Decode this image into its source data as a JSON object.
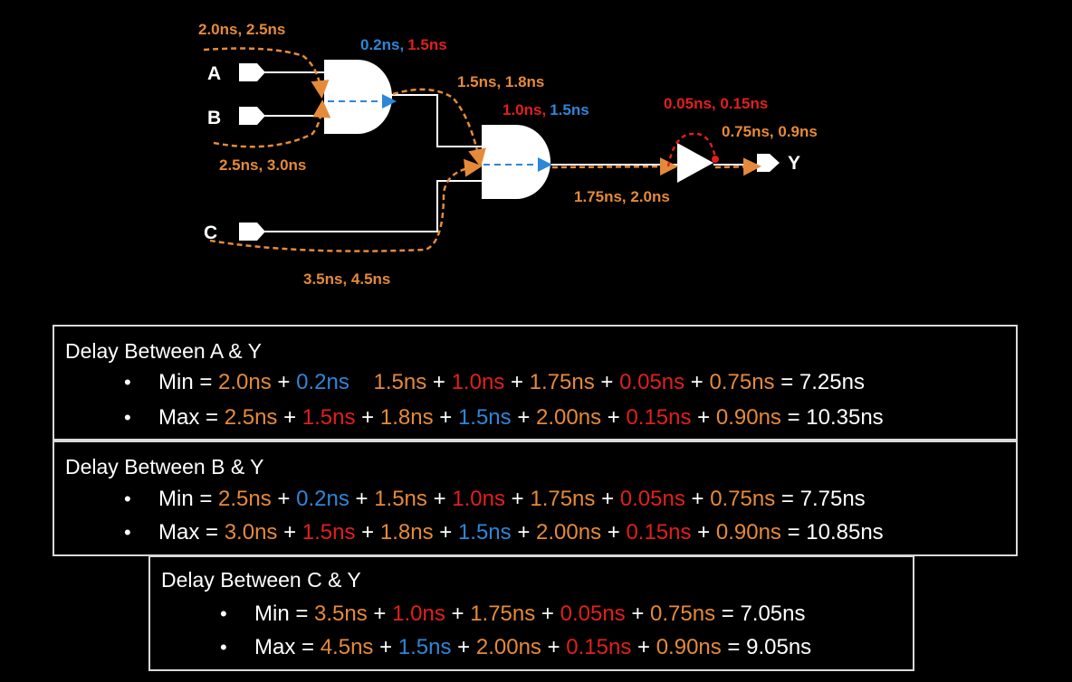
{
  "colors": {
    "orange": "#e58a3a",
    "blue": "#2e86d8",
    "red": "#e0201c",
    "white": "#ffffff",
    "background": "#000000"
  },
  "ports": {
    "a": "A",
    "b": "B",
    "c": "C",
    "y": "Y"
  },
  "delays": {
    "a_in": "2.0ns, 2.5ns",
    "b_in": "2.5ns, 3.0ns",
    "c_in": "3.5ns, 4.5ns",
    "gate1_min": "0.2ns,",
    "gate1_max": "1.5ns",
    "wire_g1_g2": "1.5ns, 1.8ns",
    "gate2_min": "1.0ns,",
    "gate2_max": "1.5ns",
    "wire_g2_buf": "1.75ns, 2.0ns",
    "buf_delay": "0.05ns, 0.15ns",
    "wire_buf_y": "0.75ns, 0.9ns"
  },
  "boxes": {
    "ay": {
      "title": "Delay Between A & Y",
      "min_tokens": [
        {
          "t": "Min = ",
          "c": "w"
        },
        {
          "t": "2.0ns",
          "c": "o"
        },
        {
          "t": " + ",
          "c": "w"
        },
        {
          "t": "0.2ns",
          "c": "b"
        },
        {
          "t": "    ",
          "c": "w"
        },
        {
          "t": "1.5ns",
          "c": "o"
        },
        {
          "t": " + ",
          "c": "w"
        },
        {
          "t": "1.0ns",
          "c": "r"
        },
        {
          "t": " + ",
          "c": "w"
        },
        {
          "t": "1.75ns",
          "c": "o"
        },
        {
          "t": " + ",
          "c": "w"
        },
        {
          "t": "0.05ns",
          "c": "r"
        },
        {
          "t": " + ",
          "c": "w"
        },
        {
          "t": "0.75ns",
          "c": "o"
        },
        {
          "t": " = 7.25ns",
          "c": "w"
        }
      ],
      "max_tokens": [
        {
          "t": "Max = ",
          "c": "w"
        },
        {
          "t": "2.5ns",
          "c": "o"
        },
        {
          "t": " + ",
          "c": "w"
        },
        {
          "t": "1.5ns",
          "c": "r"
        },
        {
          "t": " + ",
          "c": "w"
        },
        {
          "t": "1.8ns",
          "c": "o"
        },
        {
          "t": " + ",
          "c": "w"
        },
        {
          "t": "1.5ns",
          "c": "b"
        },
        {
          "t": " + ",
          "c": "w"
        },
        {
          "t": "2.00ns",
          "c": "o"
        },
        {
          "t": " + ",
          "c": "w"
        },
        {
          "t": "0.15ns",
          "c": "r"
        },
        {
          "t": " + ",
          "c": "w"
        },
        {
          "t": "0.90ns",
          "c": "o"
        },
        {
          "t": " = 10.35ns",
          "c": "w"
        }
      ]
    },
    "by": {
      "title": "Delay Between B & Y",
      "min_tokens": [
        {
          "t": "Min = ",
          "c": "w"
        },
        {
          "t": "2.5ns",
          "c": "o"
        },
        {
          "t": " + ",
          "c": "w"
        },
        {
          "t": "0.2ns",
          "c": "b"
        },
        {
          "t": " + ",
          "c": "w"
        },
        {
          "t": "1.5ns",
          "c": "o"
        },
        {
          "t": " + ",
          "c": "w"
        },
        {
          "t": "1.0ns",
          "c": "r"
        },
        {
          "t": " + ",
          "c": "w"
        },
        {
          "t": "1.75ns",
          "c": "o"
        },
        {
          "t": " + ",
          "c": "w"
        },
        {
          "t": "0.05ns",
          "c": "r"
        },
        {
          "t": " + ",
          "c": "w"
        },
        {
          "t": "0.75ns",
          "c": "o"
        },
        {
          "t": " = 7.75ns",
          "c": "w"
        }
      ],
      "max_tokens": [
        {
          "t": "Max = ",
          "c": "w"
        },
        {
          "t": "3.0ns",
          "c": "o"
        },
        {
          "t": " + ",
          "c": "w"
        },
        {
          "t": "1.5ns",
          "c": "r"
        },
        {
          "t": " + ",
          "c": "w"
        },
        {
          "t": "1.8ns",
          "c": "o"
        },
        {
          "t": " + ",
          "c": "w"
        },
        {
          "t": "1.5ns",
          "c": "b"
        },
        {
          "t": " + ",
          "c": "w"
        },
        {
          "t": "2.00ns",
          "c": "o"
        },
        {
          "t": " + ",
          "c": "w"
        },
        {
          "t": "0.15ns",
          "c": "r"
        },
        {
          "t": " + ",
          "c": "w"
        },
        {
          "t": "0.90ns",
          "c": "o"
        },
        {
          "t": " = 10.85ns",
          "c": "w"
        }
      ]
    },
    "cy": {
      "title": "Delay Between C & Y",
      "min_tokens": [
        {
          "t": "Min = ",
          "c": "w"
        },
        {
          "t": "3.5ns",
          "c": "o"
        },
        {
          "t": " + ",
          "c": "w"
        },
        {
          "t": "1.0ns",
          "c": "r"
        },
        {
          "t": " + ",
          "c": "w"
        },
        {
          "t": "1.75ns",
          "c": "o"
        },
        {
          "t": " + ",
          "c": "w"
        },
        {
          "t": "0.05ns",
          "c": "r"
        },
        {
          "t": " + ",
          "c": "w"
        },
        {
          "t": "0.75ns",
          "c": "o"
        },
        {
          "t": " = 7.05ns",
          "c": "w"
        }
      ],
      "max_tokens": [
        {
          "t": "Max = ",
          "c": "w"
        },
        {
          "t": "4.5ns",
          "c": "o"
        },
        {
          "t": " + ",
          "c": "w"
        },
        {
          "t": "1.5ns",
          "c": "b"
        },
        {
          "t": " + ",
          "c": "w"
        },
        {
          "t": "2.00ns",
          "c": "o"
        },
        {
          "t": " + ",
          "c": "w"
        },
        {
          "t": "0.15ns",
          "c": "r"
        },
        {
          "t": " + ",
          "c": "w"
        },
        {
          "t": "0.90ns",
          "c": "o"
        },
        {
          "t": " = 9.05ns",
          "c": "w"
        }
      ]
    }
  },
  "bullet": "•"
}
